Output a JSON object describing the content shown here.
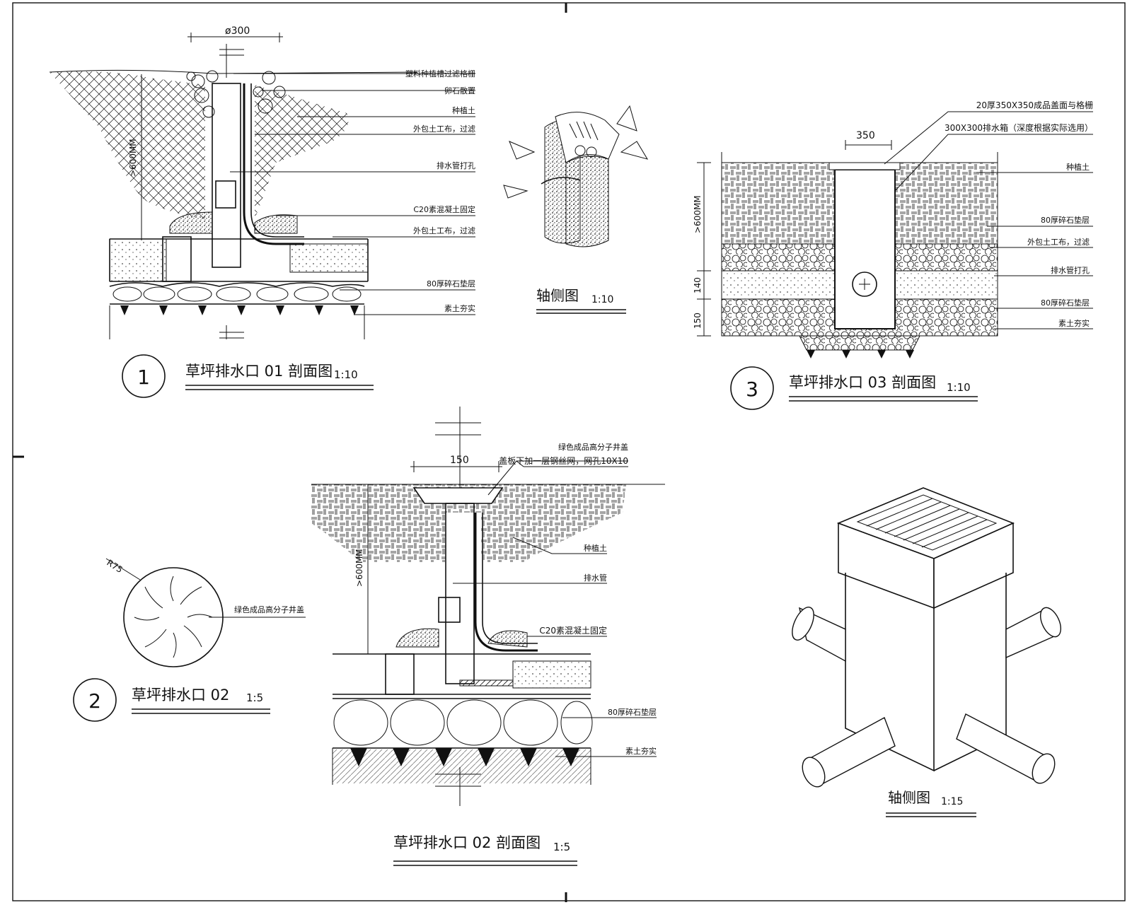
{
  "detail1": {
    "title": "草坪排水口 01 剖面图",
    "scale": "1:10",
    "number": "1",
    "dim_top": "ø300",
    "dim_depth": ">600MM",
    "callouts": [
      "塑料种植槽过滤格栅",
      "卵石散置",
      "种植土",
      "外包土工布，过滤",
      "排水管打孔",
      "C20素混凝土固定",
      "外包土工布，过滤",
      "80厚碎石垫层",
      "素土夯实"
    ]
  },
  "axo1": {
    "title": "轴侧图",
    "scale": "1:10"
  },
  "detail3": {
    "title": "草坪排水口 03 剖面图",
    "scale": "1:10",
    "number": "3",
    "dim_top": "350",
    "dim_depth": ">600MM",
    "dim_140": "140",
    "dim_150": "150",
    "callouts_top": [
      "20厚350X350成品盖面与格栅",
      "300X300排水箱（深度根据实际选用）"
    ],
    "callouts_right": [
      "种植土",
      "80厚碎石垫层",
      "外包土工布，过滤",
      "排水管打孔",
      "80厚碎石垫层",
      "素土夯实"
    ]
  },
  "detail2": {
    "title": "草坪排水口 02",
    "scale": "1:5",
    "number": "2",
    "radius": "R75",
    "cover_label": "绿色成品高分子井盖"
  },
  "section2": {
    "title": "草坪排水口 02 剖面图",
    "scale": "1:5",
    "dim_top": "150",
    "dim_depth": ">600MM",
    "callouts": [
      "绿色成品高分子井盖",
      "盖板下加一层钢丝网，网孔10X10",
      "种植土",
      "排水管",
      "C20素混凝土固定",
      "80厚碎石垫层",
      "素土夯实"
    ]
  },
  "axo3": {
    "title": "轴侧图",
    "scale": "1:15"
  }
}
